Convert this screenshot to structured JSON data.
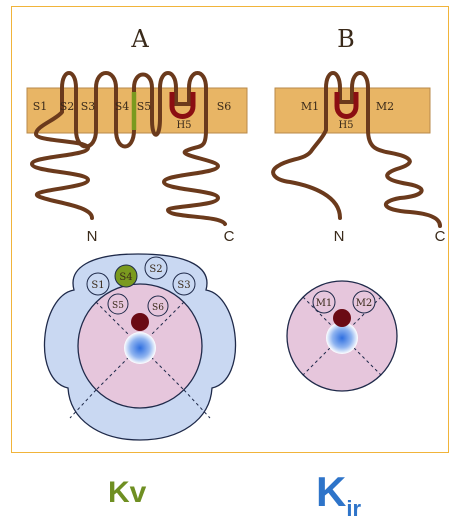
{
  "panels": {
    "a": {
      "title": "A",
      "segments": [
        "S1",
        "S2",
        "S3",
        "S4",
        "S5",
        "S6"
      ],
      "pore_loop": "H5",
      "n_term": "N",
      "c_term": "C",
      "top_view_labels": [
        "S1",
        "S4",
        "S2",
        "S3",
        "S5",
        "S6"
      ]
    },
    "b": {
      "title": "B",
      "segments": [
        "M1",
        "M2"
      ],
      "pore_loop": "H5",
      "n_term": "N",
      "c_term": "C",
      "top_view_labels": [
        "M1",
        "M2"
      ]
    }
  },
  "captions": {
    "kv": "Kv",
    "kir_main": "K",
    "kir_sub": "ir"
  },
  "colors": {
    "membrane": "#e8b565",
    "chain": "#6b3a1c",
    "pore_helix": "#8b0e12",
    "s4_voltage_sensor": "#7a9a1f",
    "vsd_domain": "#c9d8f2",
    "pore_domain": "#e6c6dc",
    "frame": "#f1b43a",
    "kv_caption": "#6f8f22",
    "kir_caption": "#2e74c9"
  }
}
